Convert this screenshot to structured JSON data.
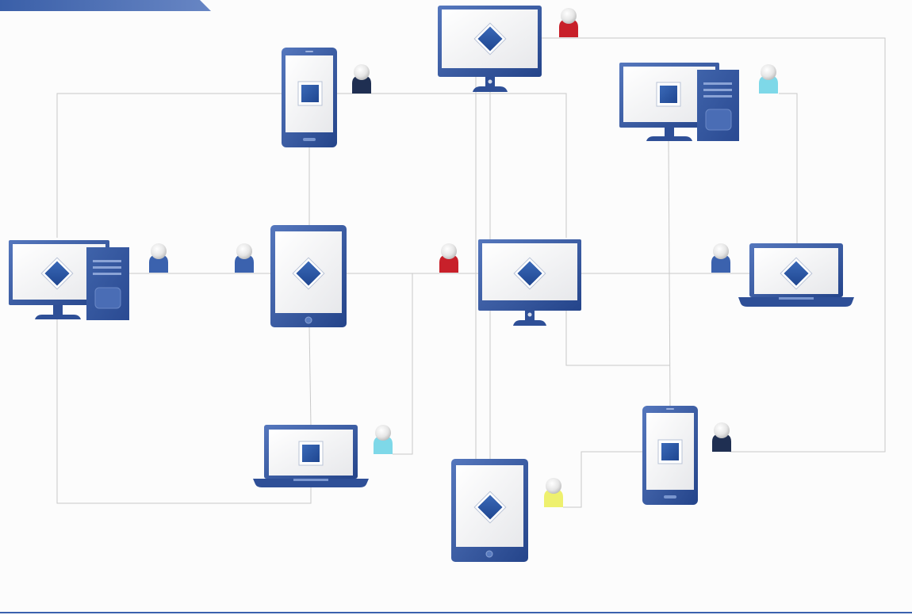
{
  "colors": {
    "background": "#fcfcfc",
    "device_dark": "#2c4f96",
    "device_mid": "#4a6db5",
    "device_light": "#6f90cf",
    "screen": "#f2f3f5",
    "diamond": "#2b5aa8",
    "connector": "#c9c9c9",
    "banner": "#4569ae"
  },
  "devices": [
    {
      "name": "desktop-top-center",
      "type": "monitor",
      "screen_icon": "diamond",
      "user": {
        "color": "red"
      }
    },
    {
      "name": "phone-top-left",
      "type": "phone",
      "screen_icon": "square",
      "user": {
        "color": "navy"
      }
    },
    {
      "name": "desktop-top-right",
      "type": "tower-monitor",
      "screen_icon": "square",
      "user": {
        "color": "cyan"
      }
    },
    {
      "name": "desktop-left",
      "type": "tower-monitor",
      "screen_icon": "diamond",
      "user": {
        "color": "blue"
      }
    },
    {
      "name": "tablet-center",
      "type": "tablet",
      "screen_icon": "diamond",
      "user": {
        "color": "blue"
      }
    },
    {
      "name": "monitor-center",
      "type": "monitor",
      "screen_icon": "diamond",
      "user": {
        "color": "red"
      }
    },
    {
      "name": "laptop-right",
      "type": "laptop",
      "screen_icon": "diamond",
      "user": {
        "color": "blue"
      }
    },
    {
      "name": "laptop-bottom-left",
      "type": "laptop",
      "screen_icon": "square",
      "user": {
        "color": "cyan"
      }
    },
    {
      "name": "tablet-bottom",
      "type": "tablet",
      "screen_icon": "diamond",
      "user": {
        "color": "yellow"
      }
    },
    {
      "name": "phone-bottom-right",
      "type": "phone",
      "screen_icon": "square",
      "user": {
        "color": "navy"
      }
    }
  ],
  "user_colors": {
    "red": "#c8202a",
    "navy": "#1f2f52",
    "cyan": "#7ed8e8",
    "blue": "#3b62ae",
    "yellow": "#eef06e"
  }
}
